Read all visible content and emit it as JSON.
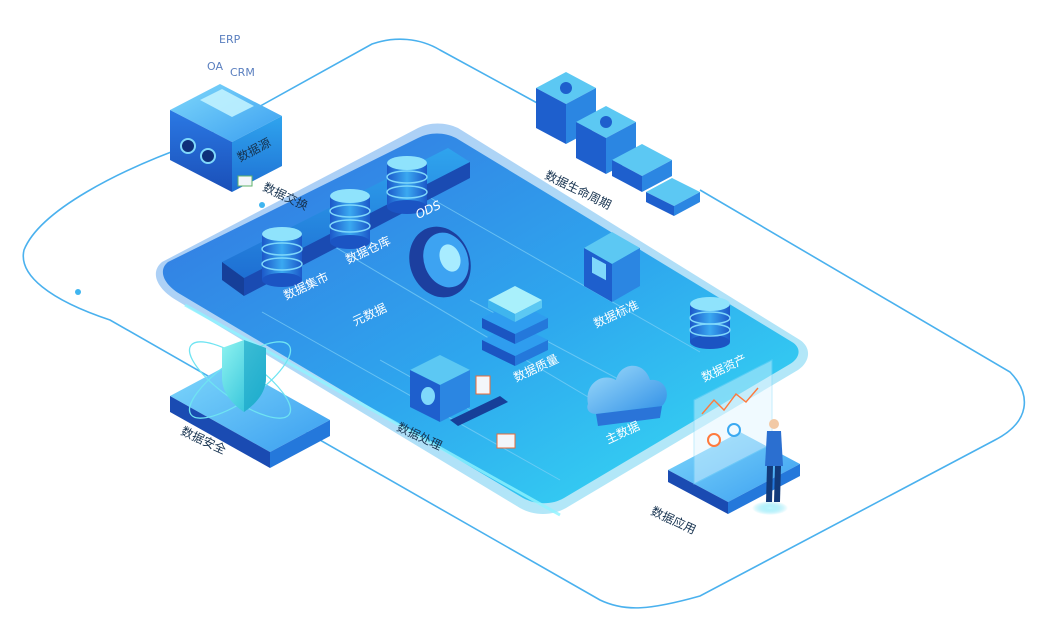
{
  "labels": {
    "data_source": "数据源",
    "data_exchange": "数据交换",
    "data_warehouse": "数据仓库",
    "ods": "ODS",
    "data_mart": "数据集市",
    "metadata": "元数据",
    "data_lifecycle": "数据生命周期",
    "data_standard": "数据标准",
    "data_quality": "数据质量",
    "data_assets": "数据资产",
    "master_data": "主数据",
    "data_processing": "数据处理",
    "data_security": "数据安全",
    "data_application": "数据应用"
  },
  "source_tags": {
    "erp": "ERP",
    "oa": "OA",
    "crm": "CRM"
  },
  "colors": {
    "platform_top": "#3e86e6",
    "platform_bottom": "#2bd6f2",
    "cube_dark": "#1f5fd0",
    "cube_light": "#3dc4ef",
    "line": "#2aa6ea"
  }
}
